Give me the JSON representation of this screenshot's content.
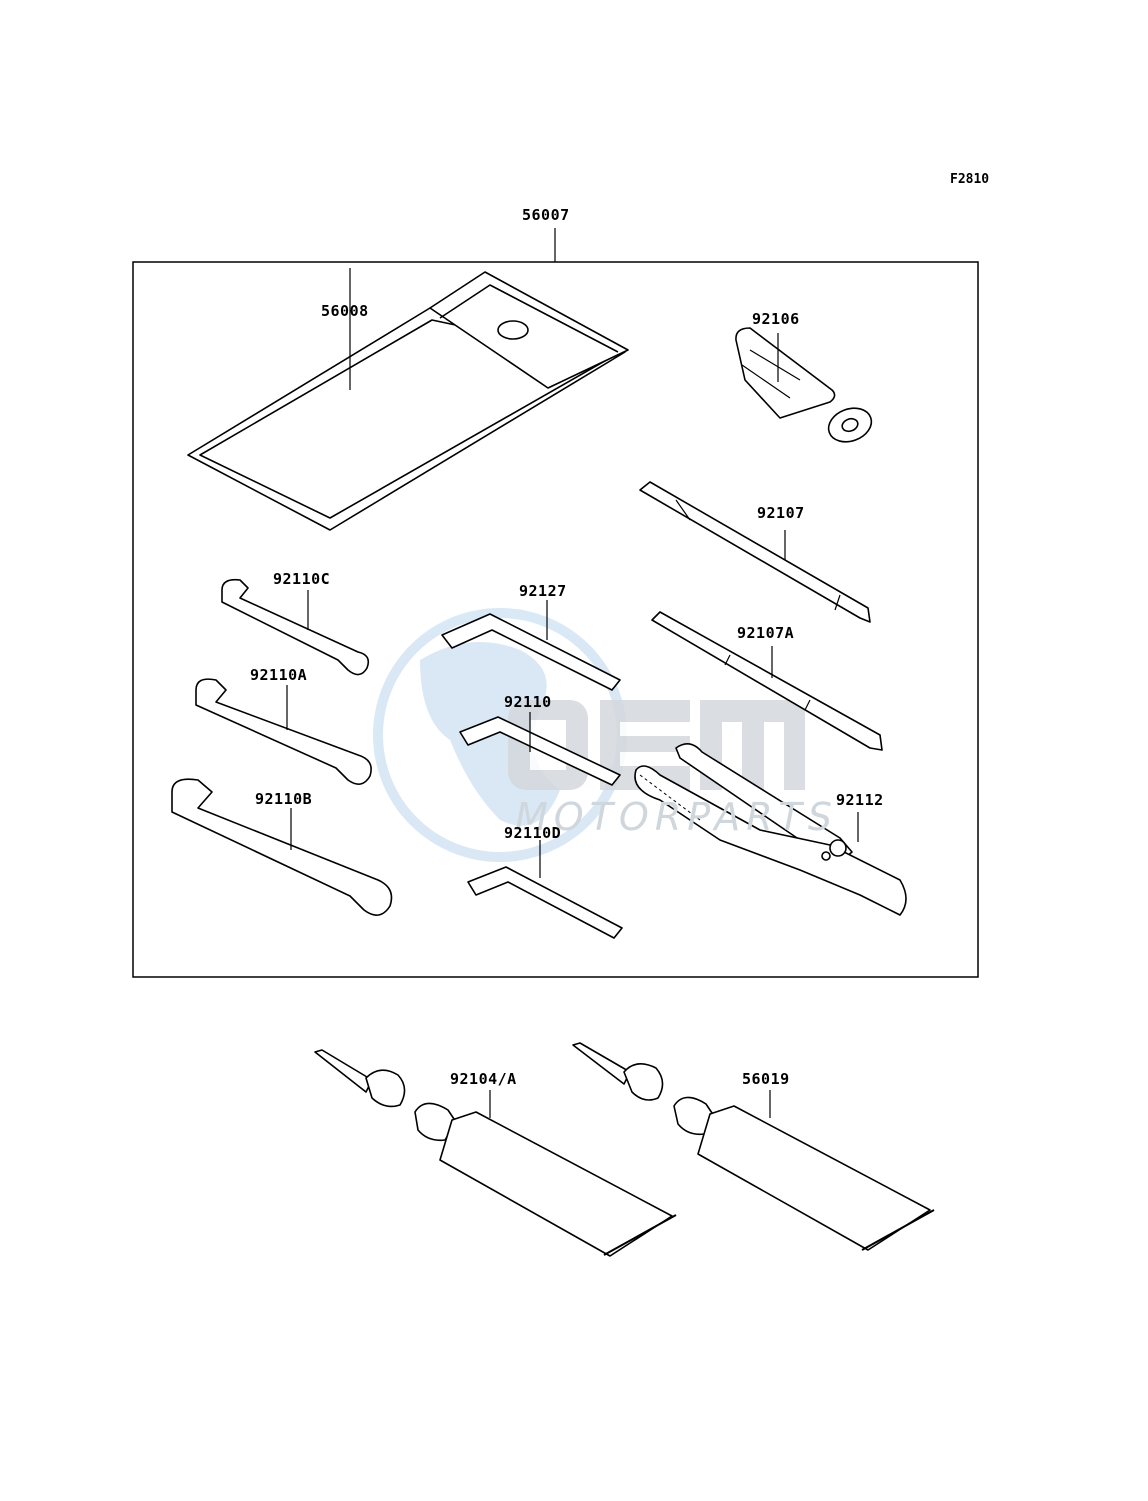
{
  "figure_code": "F2810",
  "watermark": {
    "brand": "OEM",
    "sub": "MOTORPARTS"
  },
  "parts": {
    "kit": "56007",
    "pouch": "56008",
    "p92106": "92106",
    "p92107": "92107",
    "p92107A": "92107A",
    "p92110C": "92110C",
    "p92127": "92127",
    "p92110A": "92110A",
    "p92110": "92110",
    "p92110B": "92110B",
    "p92112": "92112",
    "p92110D": "92110D",
    "p92104A": "92104/A",
    "p56019": "56019"
  },
  "colors": {
    "line": "#000000",
    "watermark_blue": "#bcd7ee",
    "watermark_grey": "#cfd4d8"
  }
}
